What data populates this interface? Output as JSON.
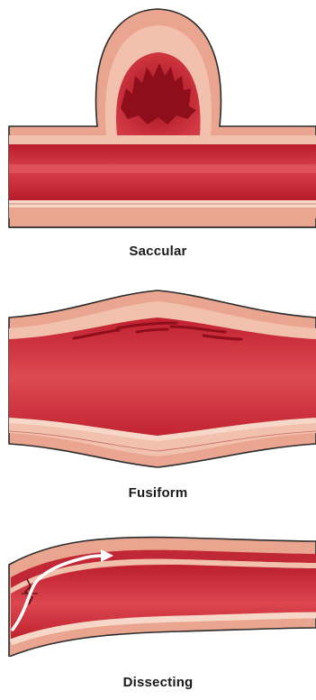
{
  "diagram": {
    "panels": [
      {
        "id": "saccular",
        "label": "Saccular"
      },
      {
        "id": "fusiform",
        "label": "Fusiform"
      },
      {
        "id": "dissecting",
        "label": "Dissecting"
      }
    ]
  },
  "colors": {
    "outer_wall": "#e9a58f",
    "wall_light": "#f6d7c8",
    "lumen": "#cf2d38",
    "lumen_highlight": "#e86b6f",
    "clot": "#8e0f1b",
    "outline": "#2b2b2b",
    "arrow": "#ffffff"
  }
}
